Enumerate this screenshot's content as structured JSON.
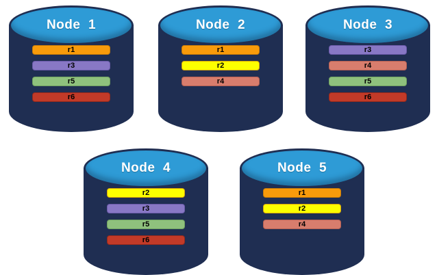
{
  "colors": {
    "background": "#FFFFFF",
    "cylinder_body": "#1F2E52",
    "cylinder_top_fill": "#2E9BD6",
    "node_label_text": "#FFFFFF",
    "bar_label_text": "#000000",
    "replicas": {
      "r1": {
        "fill": "#F89B0B",
        "border": "#C77C09"
      },
      "r2": {
        "fill": "#FDFF00",
        "border": "#D8A40B"
      },
      "r3": {
        "fill": "#8878C5",
        "border": "#6A5AA8"
      },
      "r4": {
        "fill": "#D87D6D",
        "border": "#B45F52"
      },
      "r5": {
        "fill": "#8FC17D",
        "border": "#6FA05F"
      },
      "r6": {
        "fill": "#C23A28",
        "border": "#93291C"
      }
    }
  },
  "nodes": [
    {
      "label": "Node  1",
      "replicas": [
        {
          "id": "r1"
        },
        {
          "id": "r3"
        },
        {
          "id": "r5"
        },
        {
          "id": "r6"
        }
      ]
    },
    {
      "label": "Node  2",
      "replicas": [
        {
          "id": "r1"
        },
        {
          "id": "r2"
        },
        {
          "id": "r4"
        }
      ]
    },
    {
      "label": "Node  3",
      "replicas": [
        {
          "id": "r3"
        },
        {
          "id": "r4"
        },
        {
          "id": "r5"
        },
        {
          "id": "r6"
        }
      ]
    },
    {
      "label": "Node  4",
      "replicas": [
        {
          "id": "r2"
        },
        {
          "id": "r3"
        },
        {
          "id": "r5"
        },
        {
          "id": "r6"
        }
      ]
    },
    {
      "label": "Node  5",
      "replicas": [
        {
          "id": "r1"
        },
        {
          "id": "r2"
        },
        {
          "id": "r4"
        }
      ]
    }
  ]
}
